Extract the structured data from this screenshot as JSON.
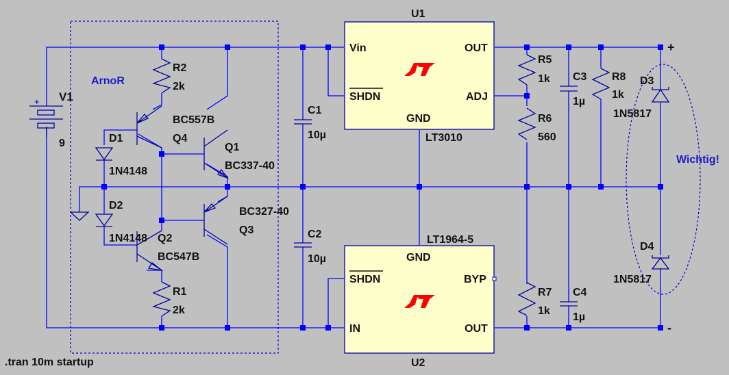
{
  "schematic": {
    "directive": ".tran 10m startup",
    "comments": {
      "block": "ArnoR",
      "important": "Wichtig!"
    },
    "colors": {
      "background": "#c0c0c0",
      "wire": "#0000ff",
      "chip_fill": "#ffffcc",
      "logo": "#ff0000",
      "comment": "#1a1acc"
    },
    "source": {
      "ref": "V1",
      "value": "9",
      "plus_sign": "+"
    },
    "resistors": [
      {
        "ref": "R1",
        "value": "2k"
      },
      {
        "ref": "R2",
        "value": "2k"
      },
      {
        "ref": "R5",
        "value": "1k"
      },
      {
        "ref": "R6",
        "value": "560"
      },
      {
        "ref": "R7",
        "value": "1k"
      },
      {
        "ref": "R8",
        "value": "1k"
      }
    ],
    "capacitors": [
      {
        "ref": "C1",
        "value": "10µ"
      },
      {
        "ref": "C2",
        "value": "10µ"
      },
      {
        "ref": "C3",
        "value": "1µ"
      },
      {
        "ref": "C4",
        "value": "1µ"
      }
    ],
    "diodes": [
      {
        "ref": "D1",
        "model": "1N4148"
      },
      {
        "ref": "D2",
        "model": "1N4148"
      },
      {
        "ref": "D3",
        "model": "1N5817"
      },
      {
        "ref": "D4",
        "model": "1N5817"
      }
    ],
    "transistors": [
      {
        "ref": "Q1",
        "model": "BC337-40"
      },
      {
        "ref": "Q2",
        "model": "BC547B"
      },
      {
        "ref": "Q3",
        "model": "BC327-40"
      },
      {
        "ref": "Q4",
        "model": "BC557B"
      }
    ],
    "ics": [
      {
        "ref": "U1",
        "model": "LT3010",
        "pins": {
          "vin": "Vin",
          "shdn": "SHDN",
          "gnd": "GND",
          "out": "OUT",
          "adj": "ADJ"
        }
      },
      {
        "ref": "U2",
        "model": "LT1964-5",
        "pins": {
          "in": "IN",
          "shdn": "SHDN",
          "gnd": "GND",
          "out": "OUT",
          "byp": "BYP"
        }
      }
    ],
    "outputs": {
      "plus": "+",
      "minus": "-"
    }
  }
}
